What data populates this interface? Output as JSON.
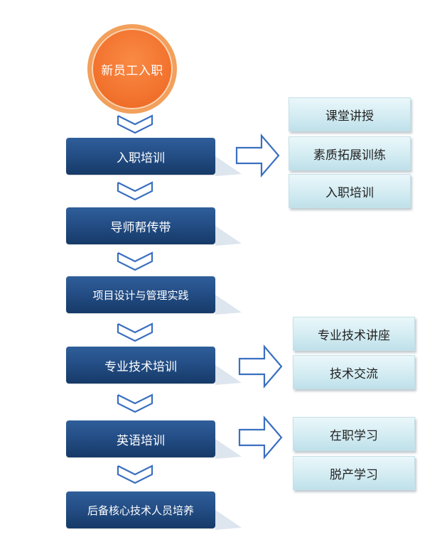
{
  "start": {
    "label": "新员工入职",
    "color": "#f2732e"
  },
  "steps": [
    {
      "label": "入职培训"
    },
    {
      "label": "导师帮传带"
    },
    {
      "label": "项目设计与管理实践"
    },
    {
      "label": "专业技术培训"
    },
    {
      "label": "英语培训"
    },
    {
      "label": "后备核心技术人员培养"
    }
  ],
  "detail_groups": [
    {
      "step_index": 0,
      "items": [
        "课堂讲授",
        "素质拓展训练",
        "入职培训"
      ]
    },
    {
      "step_index": 3,
      "items": [
        "专业技术讲座",
        "技术交流"
      ]
    },
    {
      "step_index": 4,
      "items": [
        "在职学习",
        "脱产学习"
      ]
    }
  ],
  "colors": {
    "step_box": "#244e86",
    "detail_box": "#d3ecf2",
    "arrow_outline": "#3a6fc0"
  }
}
